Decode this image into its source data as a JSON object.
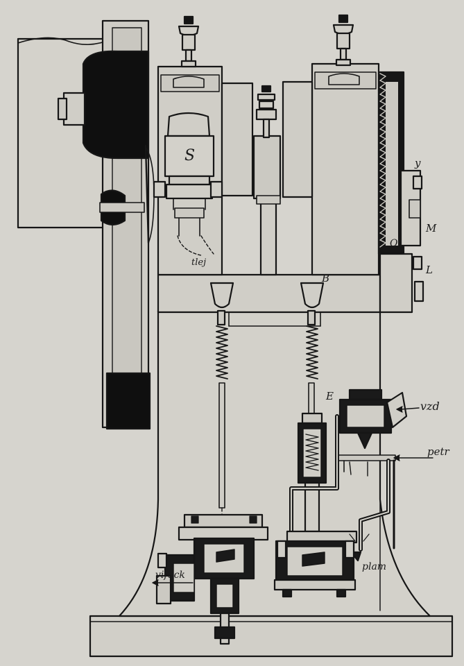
{
  "colors": {
    "paper": "#d6d4ce",
    "ink": "#161616",
    "fill": "#cfcdc6",
    "dark": "#0d0d0d"
  },
  "labels": {
    "s": "S",
    "vzd": "vzd",
    "petr": "petr",
    "plam": "plam",
    "vifuck": "vifuck",
    "tlej": "tlej",
    "b": "B",
    "e": "E",
    "m": "M",
    "l": "L",
    "y": "y",
    "o": "O"
  }
}
